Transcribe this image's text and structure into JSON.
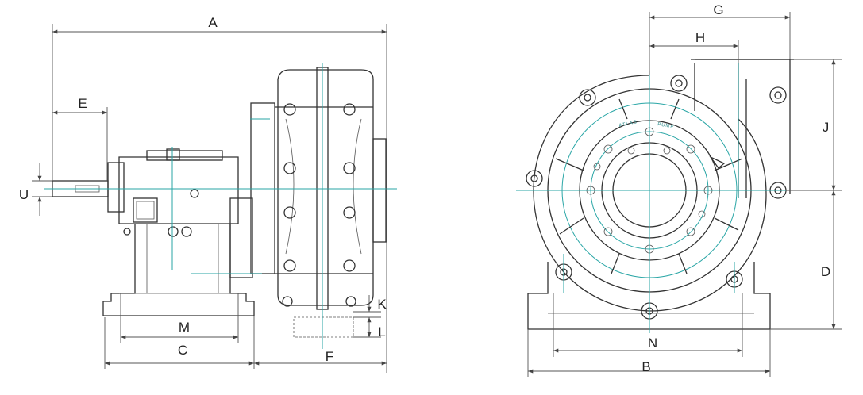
{
  "title": "Slurry pump dimension drawing",
  "side_view": {
    "labels": {
      "A": "A",
      "E": "E",
      "U": "U",
      "M": "M",
      "C": "C",
      "F": "F",
      "K": "K",
      "L": "L"
    }
  },
  "front_view": {
    "labels": {
      "G": "G",
      "H": "H",
      "J": "J",
      "D": "D",
      "N": "N",
      "B": "B"
    },
    "logo_text": [
      "ATLAS",
      "PUMP"
    ]
  },
  "colors": {
    "line": "#333333",
    "centerline": "#2aa6a6"
  }
}
